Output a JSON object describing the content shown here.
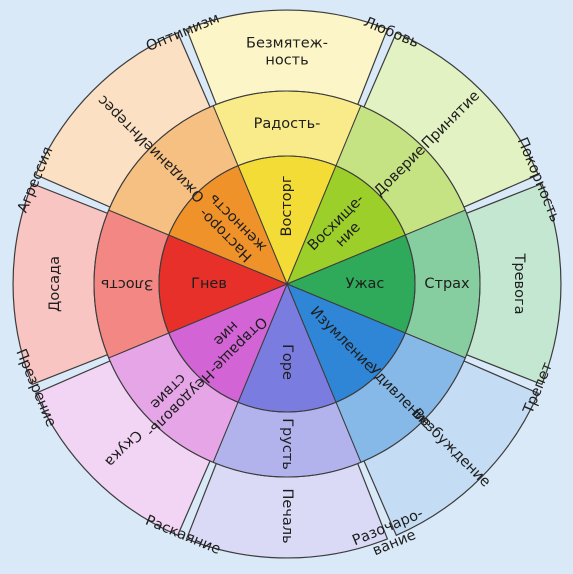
{
  "petals": [
    {
      "key": "joy",
      "color": "#f4dc36",
      "outer": [
        "Безмятеж-",
        "ность"
      ],
      "middle": [
        "Радость-"
      ],
      "inner": [
        "Восторг"
      ]
    },
    {
      "key": "trust",
      "color": "#9ccf2a",
      "outer": [
        "Принятие"
      ],
      "middle": [
        "Доверие"
      ],
      "inner": [
        "Восхище-",
        "ние"
      ]
    },
    {
      "key": "fear",
      "color": "#2eaa5a",
      "outer": [
        "Тревога"
      ],
      "middle": [
        "Страх"
      ],
      "inner": [
        "Ужас"
      ]
    },
    {
      "key": "surprise",
      "color": "#2f86d6",
      "outer": [
        "Возбуждение"
      ],
      "middle": [
        "Удивление"
      ],
      "inner": [
        "Изумление"
      ]
    },
    {
      "key": "sadness",
      "color": "#7b7ce0",
      "outer": [
        "Печаль"
      ],
      "middle": [
        "Грусть"
      ],
      "inner": [
        "Горе"
      ]
    },
    {
      "key": "disgust",
      "color": "#d264d6",
      "outer": [
        "Скука"
      ],
      "middle": [
        "Неудоволь-",
        "ствие"
      ],
      "inner": [
        "Отвраще-",
        "ние"
      ]
    },
    {
      "key": "anger",
      "color": "#e8302a",
      "outer": [
        "Досада"
      ],
      "middle": [
        "Злость"
      ],
      "inner": [
        "Гнев"
      ]
    },
    {
      "key": "anticipation",
      "color": "#f0922a",
      "outer": [
        "Интерес"
      ],
      "middle": [
        "Ожидание"
      ],
      "inner": [
        "Насторо-",
        "женность"
      ]
    }
  ],
  "dyads": [
    "Любовь",
    "Покорность",
    "Трепет",
    [
      "Разочаро-",
      "вание"
    ],
    "Раскаяние",
    "Презрение",
    "Агрессия",
    "Оптимизм"
  ],
  "colors": {
    "background": "#d9e9f8",
    "outline": "#3c3c3c",
    "text": "#1e1e1e"
  }
}
